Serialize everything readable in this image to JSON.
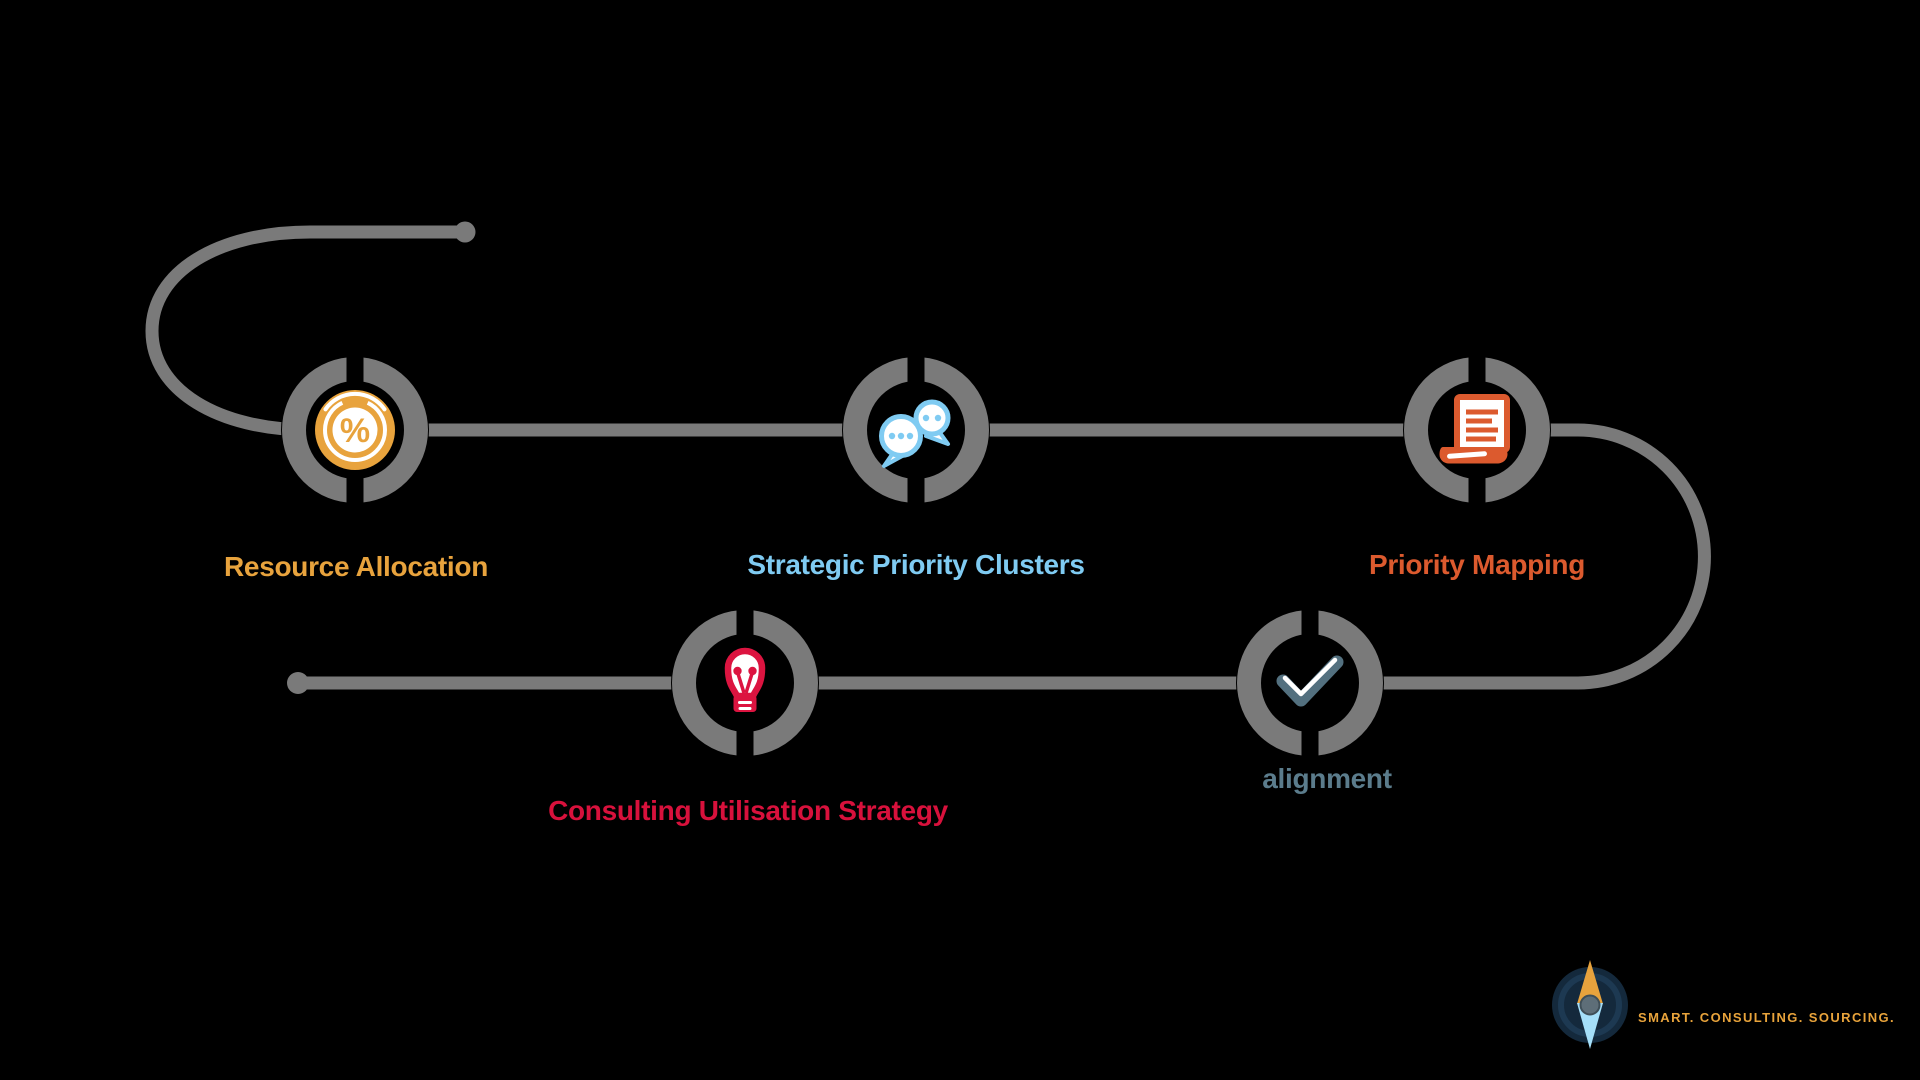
{
  "diagram": {
    "background": "#000000",
    "connector_color": "#7a7a7a",
    "nodes": [
      {
        "label": "Resource Allocation",
        "color": "#E8A33D",
        "icon": "percent-coin-icon"
      },
      {
        "label": "Strategic Priority Clusters",
        "color": "#7FCBF2",
        "icon": "chat-bubbles-icon"
      },
      {
        "label": "Priority Mapping",
        "color": "#DC5A2E",
        "icon": "scroll-document-icon"
      },
      {
        "label": "alignment",
        "color": "#5B7C8C",
        "icon": "checkmark-icon"
      },
      {
        "label": "Consulting Utilisation Strategy",
        "color": "#D8113C",
        "icon": "lightbulb-icon"
      }
    ]
  },
  "icons": {
    "percent_glyph": "%"
  },
  "branding": {
    "logo": "compass-logo",
    "tagline": "SMART. CONSULTING. SOURCING.",
    "tagline_color": "#E8A33B"
  }
}
